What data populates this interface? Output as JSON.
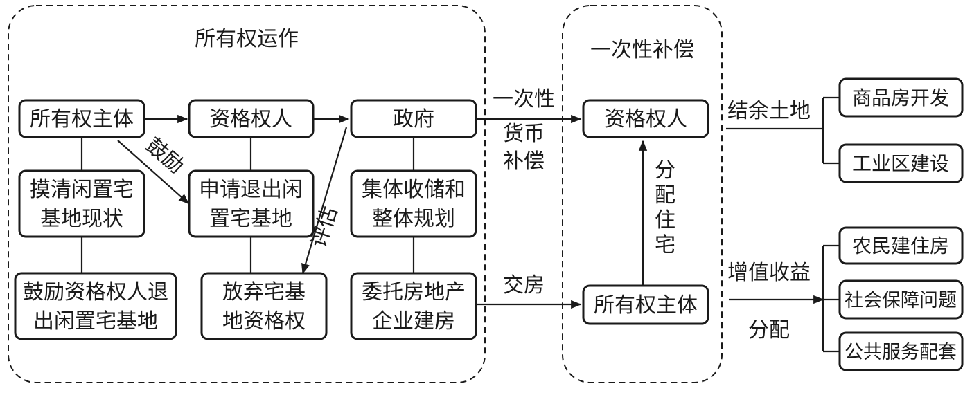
{
  "regions": {
    "ownership": "所有权运作",
    "compensation": "一次性补偿"
  },
  "nodes": {
    "owner_subject": "所有权主体",
    "qualified_person": "资格权人",
    "government": "政府",
    "survey_line1": "摸清闲置宅",
    "survey_line2": "基地现状",
    "apply_line1": "申请退出闲",
    "apply_line2": "置宅基地",
    "collective_line1": "集体收储和",
    "collective_line2": "整体规划",
    "encourage_line1": "鼓励资格权人退",
    "encourage_line2": "出闲置宅基地",
    "abandon_line1": "放弃宅基",
    "abandon_line2": "地资格权",
    "entrust_line1": "委托房地产",
    "entrust_line2": "企业建房",
    "comp_qualified_person": "资格权人",
    "comp_owner_subject": "所有权主体",
    "commercial_housing": "商品房开发",
    "industrial_zone": "工业区建设",
    "farmer_housing": "农民建住房",
    "social_security": "社会保障问题",
    "public_services": "公共服务配套"
  },
  "edge_labels": {
    "encourage": "鼓励",
    "evaluate": "评估",
    "one_time_line1": "一次性",
    "one_time_line2": "货币",
    "one_time_line3": "补偿",
    "hand_over": "交房",
    "allocate_1": "分",
    "allocate_2": "配",
    "allocate_3": "住",
    "allocate_4": "宅",
    "surplus_land": "结余土地",
    "value_added": "增值收益",
    "distribute": "分配"
  }
}
